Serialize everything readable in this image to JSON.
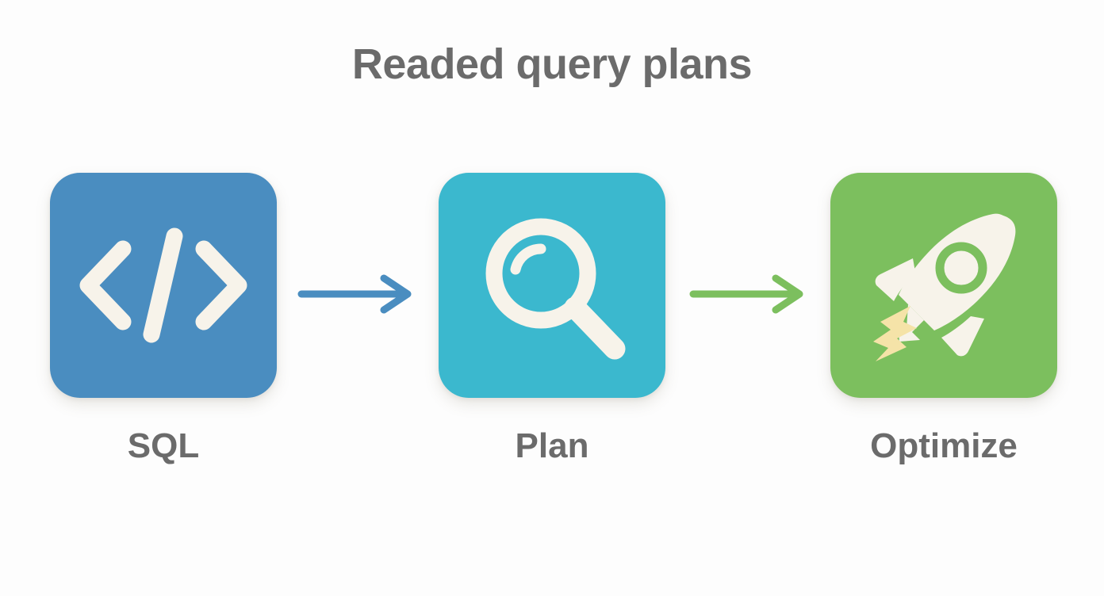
{
  "page": {
    "title": "Readed query plans",
    "background_color": "#fdfdfd",
    "title_color": "#6b6b6b",
    "label_color": "#6b6b6b"
  },
  "steps": [
    {
      "label": "SQL",
      "icon": "code-icon",
      "card_color": "#4a8dc0",
      "icon_color": "#f7f3ea"
    },
    {
      "label": "Plan",
      "icon": "magnifier-icon",
      "card_color": "#3bb8ce",
      "icon_color": "#f7f3ea"
    },
    {
      "label": "Optimize",
      "icon": "rocket-icon",
      "card_color": "#7cbf5e",
      "icon_color": "#f7f3ea",
      "accent_color": "#f5e3a8"
    }
  ],
  "arrows": [
    {
      "name": "arrow-sql-to-plan",
      "color": "#4a8dc0"
    },
    {
      "name": "arrow-plan-to-optimize",
      "color": "#7cbf5e"
    }
  ]
}
